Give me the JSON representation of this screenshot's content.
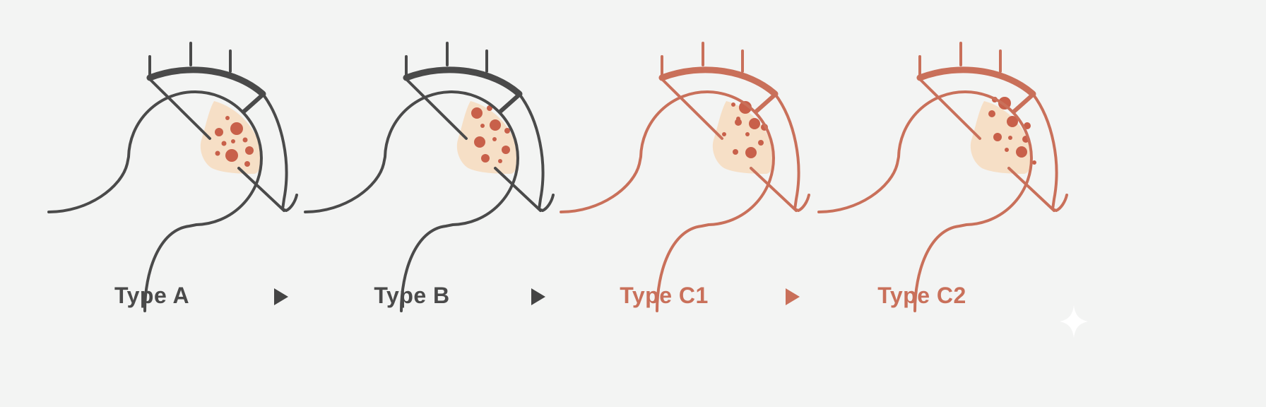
{
  "stages": [
    {
      "label": "Type A",
      "stroke": "#4a4a4a"
    },
    {
      "label": "Type B",
      "stroke": "#4a4a4a"
    },
    {
      "label": "Type C1",
      "stroke": "#c9705a"
    },
    {
      "label": "Type C2",
      "stroke": "#c9705a"
    }
  ],
  "arrows": [
    {
      "color": "#444444"
    },
    {
      "color": "#444444"
    },
    {
      "color": "#c9705a"
    }
  ],
  "colors": {
    "lesion_fill": "#f6dfc6",
    "lesion_dot": "#c8604a",
    "background": "#f3f4f3"
  }
}
